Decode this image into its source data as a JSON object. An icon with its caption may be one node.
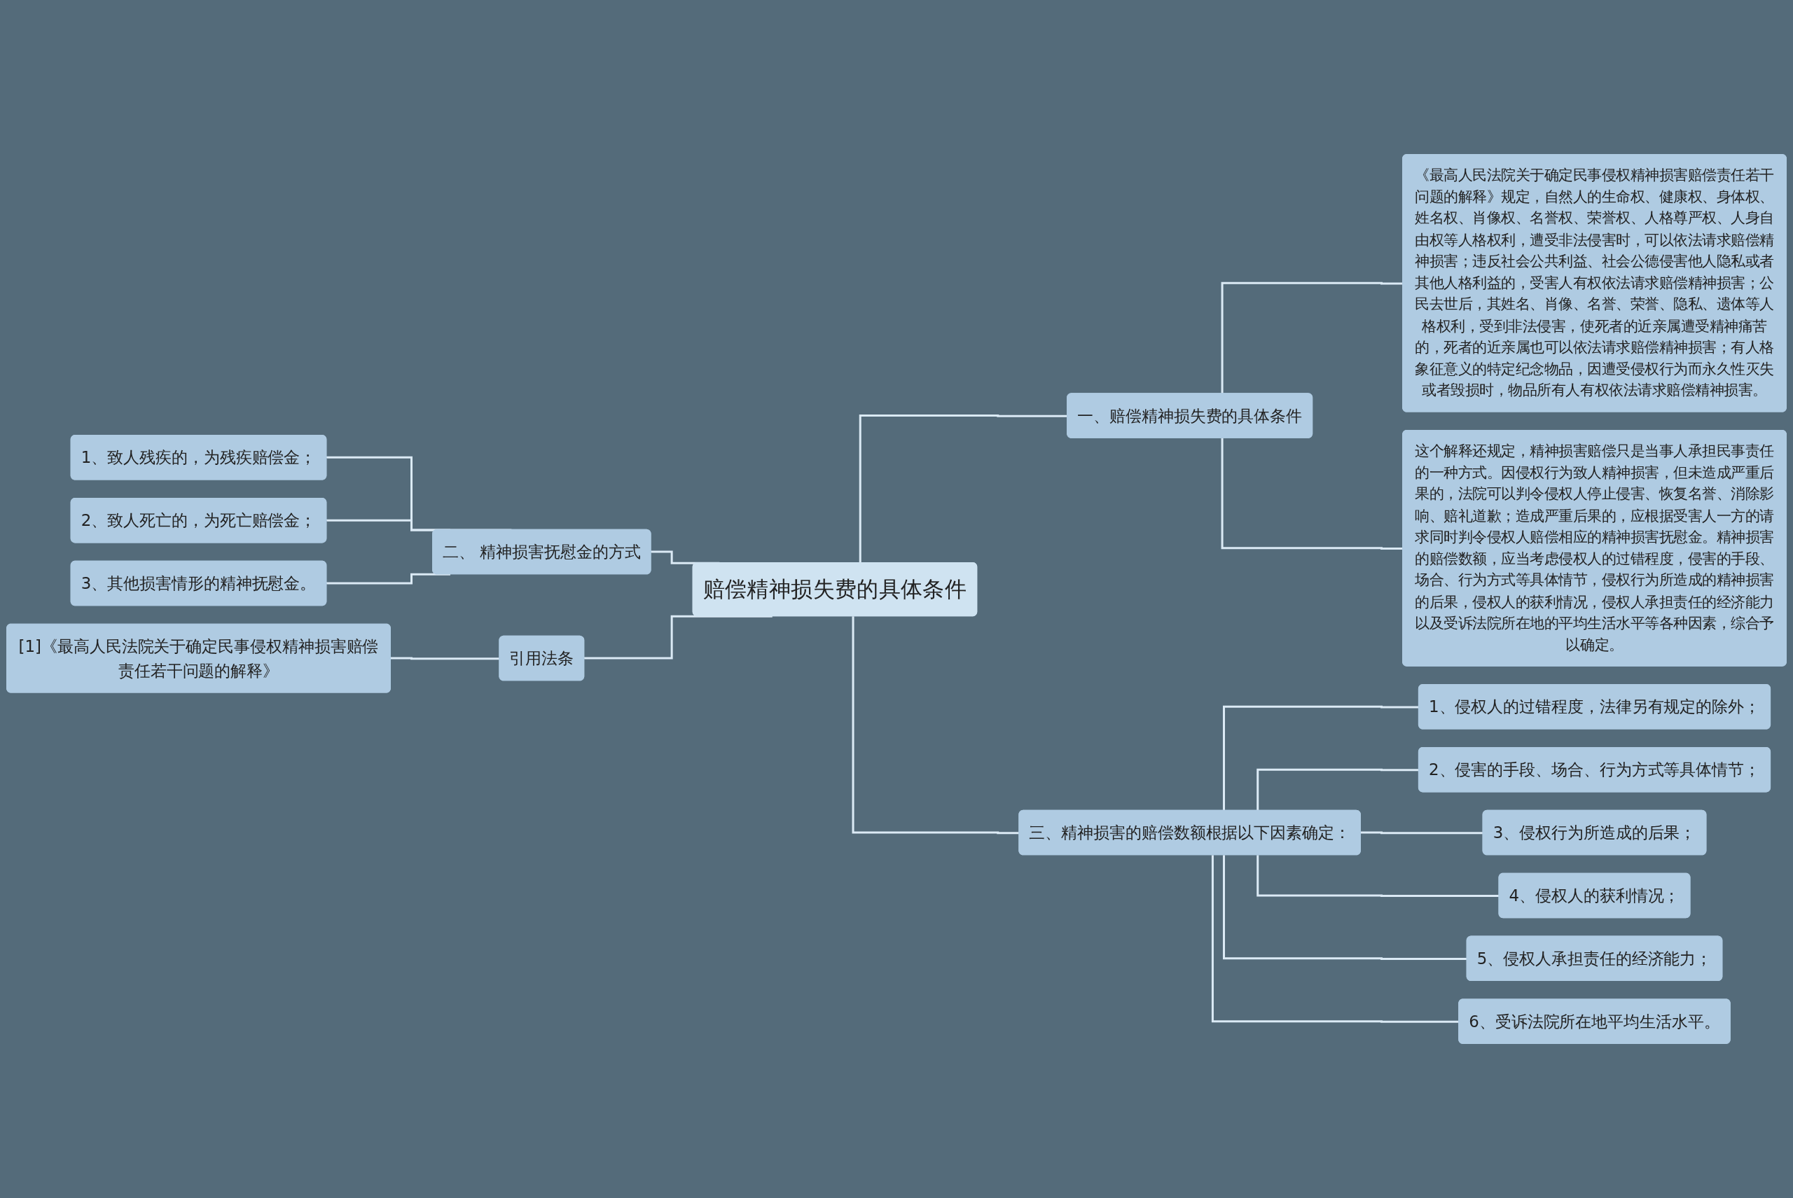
{
  "diagram": {
    "nodes": [
      {
        "text": [
          "赔偿精神损失费的具体条件"
        ]
      },
      {
        "text": [
          "一、赔偿精神损失费的具体条件"
        ]
      },
      {
        "text": [
          "《最高人民法院关于确定民事侵权精神损害赔偿责任若干问题的解释》规定，自然人的生命权、健康权、身体权、姓名权、肖像权、名誉权、荣誉权、人格尊严权、人身自由权等人格权利，遭受非法侵害时，可以依法请求赔偿精神损害；违反社会公共利益、社会公德侵害他人隐私或者其他人格利益的，受害人有权依法请求赔偿精神损害；公民去世后，其姓名、肖像、名誉、荣誉、隐私、遗体等人格权利，受到非法侵害，使死者的近亲属遭受精神痛苦的，死者的近亲属也可以依法请求赔偿精神损害；有人格象征意义的特定纪念物品，因遭受侵权行为而永久性灭失或者毁损时，物品所有人有权依法请求赔偿精神损害。"
        ]
      },
      {
        "text": [
          "这个解释还规定，精神损害赔偿只是当事人承担民事责任的一种方式。因侵权行为致人精神损害，但未造成严重后果的，法院可以判令侵权人停止侵害、恢复名誉、消除影响、赔礼道歉；造成严重后果的，应根据受害人一方的请求同时判令侵权人赔偿相应的精神损害抚慰金。精神损害的赔偿数额，应当考虑侵权人的过错程度，侵害的手段、场合、行为方式等具体情节，侵权行为所造成的精神损害的后果，侵权人的获利情况，侵权人承担责任的经济能力以及受诉法院所在地的平均生活水平等各种因素，综合予以确定。"
        ]
      },
      {
        "text": [
          "三、精神损害的赔偿数额根据以下因素确定："
        ]
      },
      {
        "text": [
          "1、侵权人的过错程度，法律另有规定的除外；"
        ]
      },
      {
        "text": [
          "2、侵害的手段、场合、行为方式等具体情节；"
        ]
      },
      {
        "text": [
          "3、侵权行为所造成的后果；"
        ]
      },
      {
        "text": [
          "4、侵权人的获利情况；"
        ]
      },
      {
        "text": [
          "5、侵权人承担责任的经济能力；"
        ]
      },
      {
        "text": [
          "6、受诉法院所在地平均生活水平。"
        ]
      },
      {
        "text": [
          "二、 精神损害抚慰金的方式"
        ]
      },
      {
        "text": [
          "1、致人残疾的，为残疾赔偿金；"
        ]
      },
      {
        "text": [
          "2、致人死亡的，为死亡赔偿金；"
        ]
      },
      {
        "text": [
          "3、其他损害情形的精神抚慰金。"
        ]
      },
      {
        "text": [
          "引用法条"
        ]
      },
      {
        "text": [
          "[1]《最高人民法院关于确定民事侵权精神损害赔偿责任若干问题的解释》"
        ]
      }
    ],
    "edges": [
      {
        "from": 0,
        "to": 1,
        "arrow": "none"
      },
      {
        "from": 1,
        "to": 2,
        "arrow": "none"
      },
      {
        "from": 1,
        "to": 3,
        "arrow": "none"
      },
      {
        "from": 0,
        "to": 4,
        "arrow": "none"
      },
      {
        "from": 4,
        "to": 5,
        "arrow": "none"
      },
      {
        "from": 4,
        "to": 6,
        "arrow": "none"
      },
      {
        "from": 4,
        "to": 7,
        "arrow": "none"
      },
      {
        "from": 4,
        "to": 8,
        "arrow": "none"
      },
      {
        "from": 4,
        "to": 9,
        "arrow": "none"
      },
      {
        "from": 4,
        "to": 10,
        "arrow": "none"
      },
      {
        "from": 0,
        "to": 11,
        "arrow": "none"
      },
      {
        "from": 11,
        "to": 12,
        "arrow": "none"
      },
      {
        "from": 11,
        "to": 13,
        "arrow": "none"
      },
      {
        "from": 11,
        "to": 14,
        "arrow": "none"
      },
      {
        "from": 0,
        "to": 15,
        "arrow": "none"
      },
      {
        "from": 15,
        "to": 16,
        "arrow": "none"
      }
    ]
  }
}
